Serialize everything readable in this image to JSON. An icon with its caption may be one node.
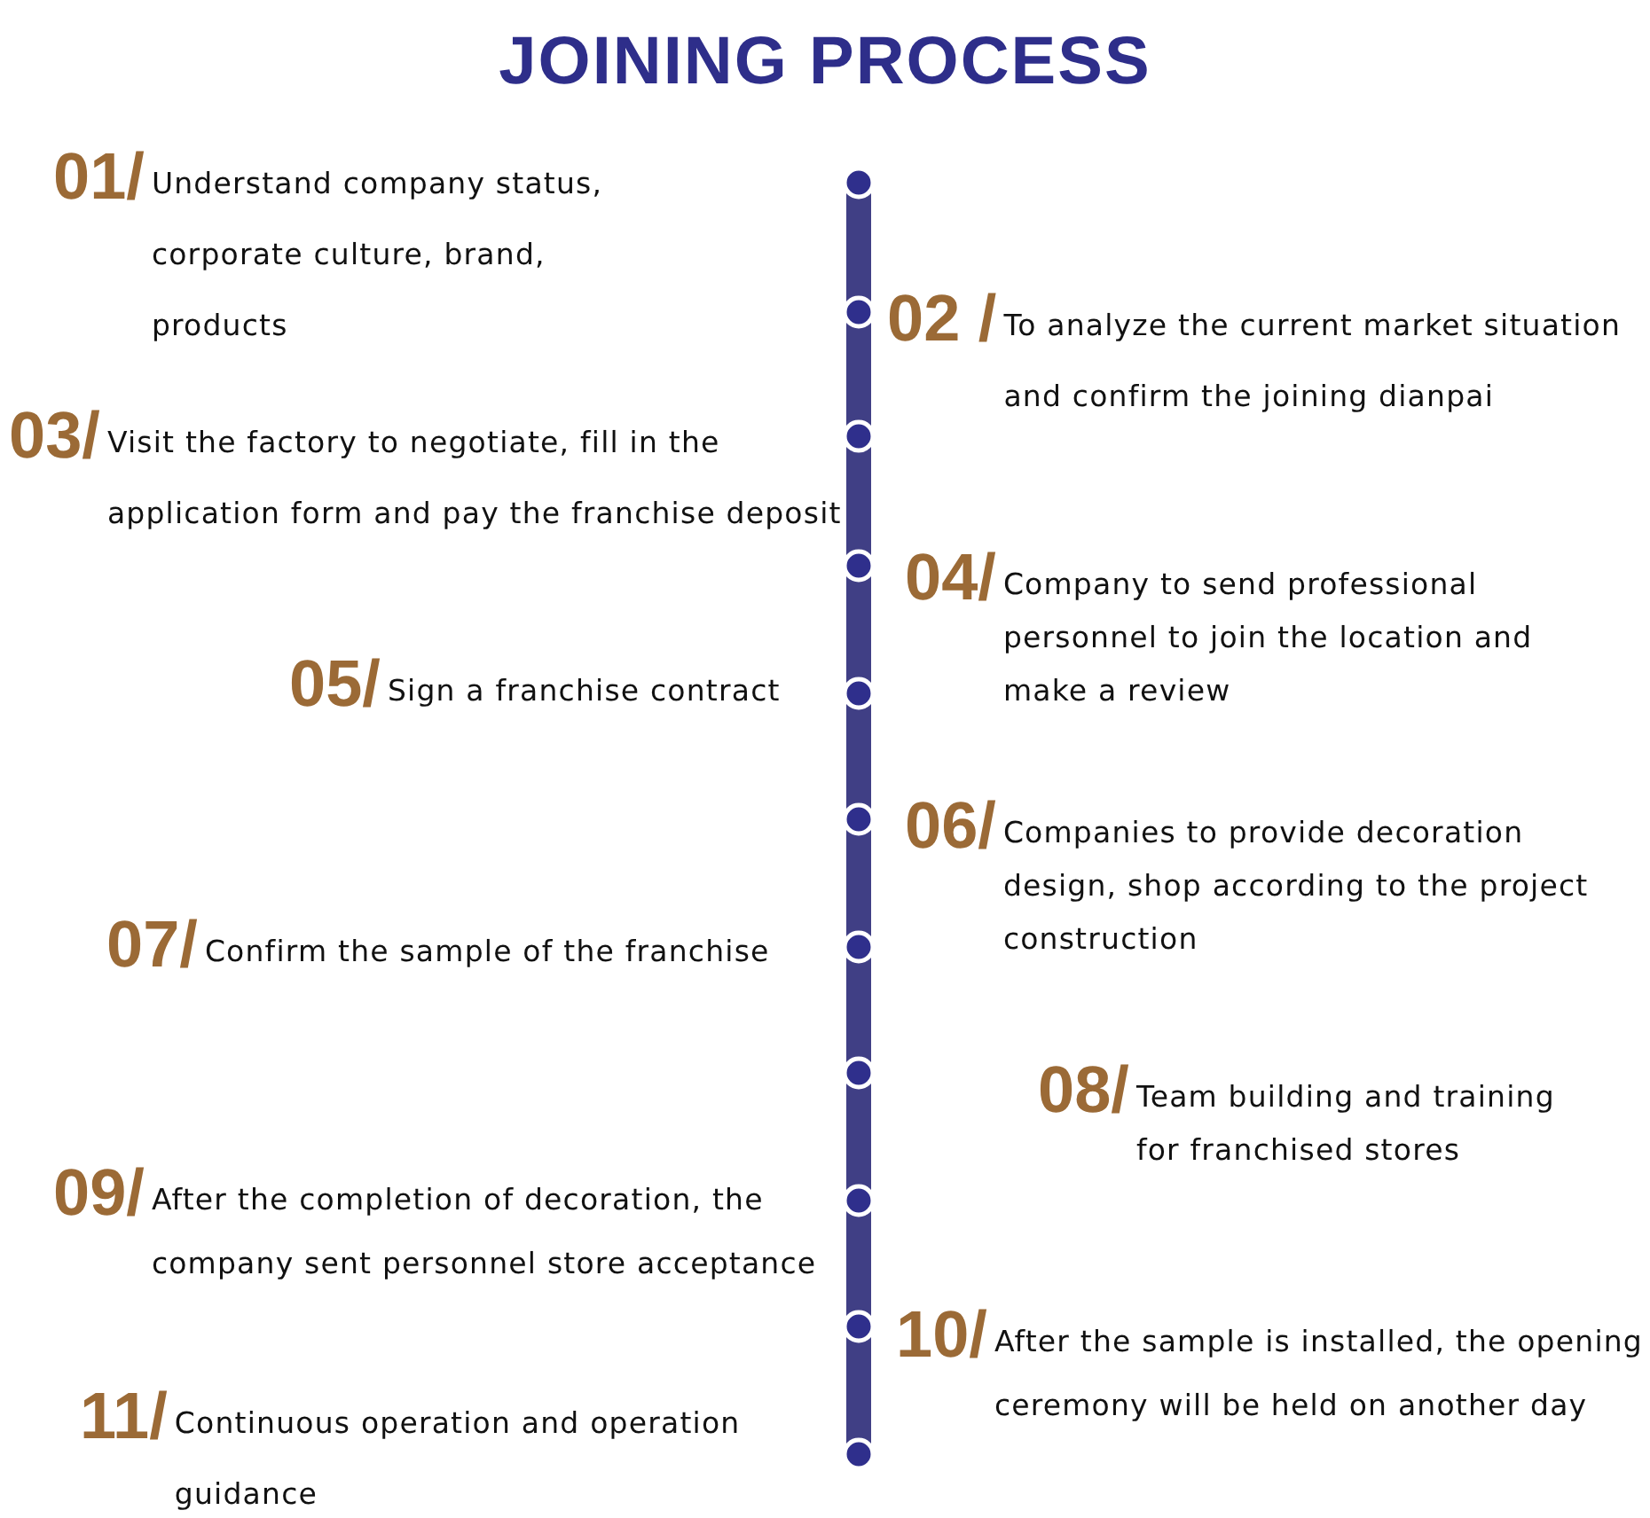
{
  "diagram": {
    "title": "JOINING PROCESS",
    "nodes": [
      {
        "text": [
          "01/",
          "Understand company status, corporate culture, brand, products"
        ]
      },
      {
        "text": [
          "02 /",
          "To analyze the current market situation and confirm the joining dianpai"
        ]
      },
      {
        "text": [
          "03/",
          "Visit the factory to negotiate, fill in the application form and pay the franchise deposit"
        ]
      },
      {
        "text": [
          "04/",
          "Company to send professional personnel to join the location and make a review"
        ]
      },
      {
        "text": [
          "05/",
          "Sign a franchise contract"
        ]
      },
      {
        "text": [
          "06/",
          "Companies to provide decoration design, shop according to the project construction"
        ]
      },
      {
        "text": [
          "07/",
          "Confirm the sample of the franchise"
        ]
      },
      {
        "text": [
          "08/",
          "Team building and training for franchised stores"
        ]
      },
      {
        "text": [
          "09/",
          "After the completion of decoration, the company sent personnel store acceptance"
        ]
      },
      {
        "text": [
          "10/",
          "After the sample is installed, the opening ceremony will be held on another day"
        ]
      },
      {
        "text": [
          "11/",
          "Continuous operation and operation guidance"
        ]
      }
    ]
  }
}
